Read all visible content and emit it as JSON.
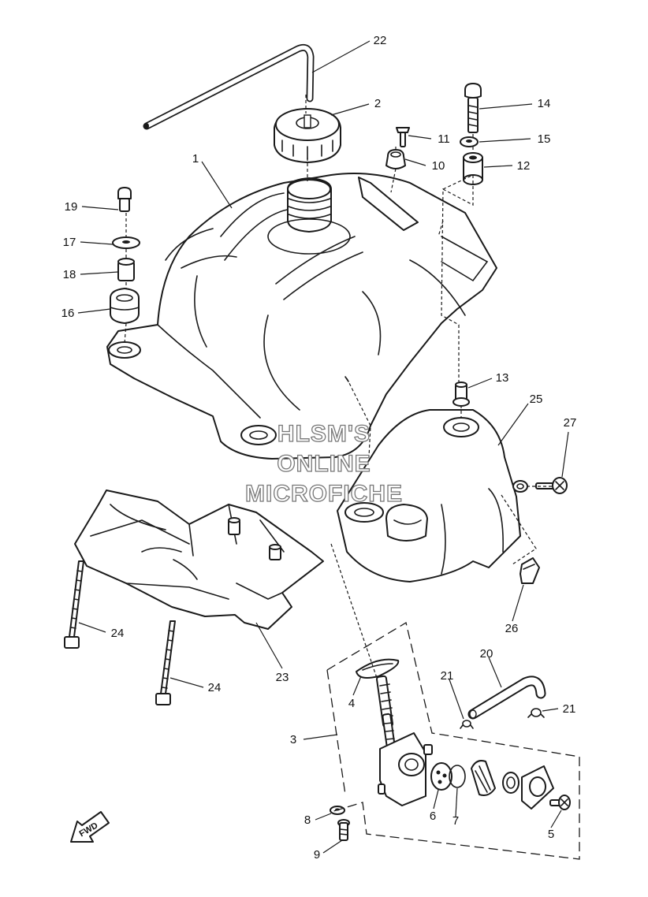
{
  "watermark": {
    "line1": "HLSM'S",
    "line2": "ONLINE",
    "line3": "MICROFICHE"
  },
  "fwd_badge": "FWD",
  "callouts": [
    {
      "id": "22",
      "label": "22"
    },
    {
      "id": "2",
      "label": "2"
    },
    {
      "id": "14",
      "label": "14"
    },
    {
      "id": "11",
      "label": "11"
    },
    {
      "id": "15",
      "label": "15"
    },
    {
      "id": "10",
      "label": "10"
    },
    {
      "id": "12",
      "label": "12"
    },
    {
      "id": "1",
      "label": "1"
    },
    {
      "id": "19",
      "label": "19"
    },
    {
      "id": "17",
      "label": "17"
    },
    {
      "id": "18",
      "label": "18"
    },
    {
      "id": "16",
      "label": "16"
    },
    {
      "id": "13",
      "label": "13"
    },
    {
      "id": "25",
      "label": "25"
    },
    {
      "id": "27",
      "label": "27"
    },
    {
      "id": "26",
      "label": "26"
    },
    {
      "id": "24a",
      "label": "24"
    },
    {
      "id": "24b",
      "label": "24"
    },
    {
      "id": "23",
      "label": "23"
    },
    {
      "id": "20",
      "label": "20"
    },
    {
      "id": "21a",
      "label": "21"
    },
    {
      "id": "21b",
      "label": "21"
    },
    {
      "id": "4",
      "label": "4"
    },
    {
      "id": "3",
      "label": "3"
    },
    {
      "id": "6",
      "label": "6"
    },
    {
      "id": "7",
      "label": "7"
    },
    {
      "id": "5",
      "label": "5"
    },
    {
      "id": "8",
      "label": "8"
    },
    {
      "id": "9",
      "label": "9"
    }
  ]
}
